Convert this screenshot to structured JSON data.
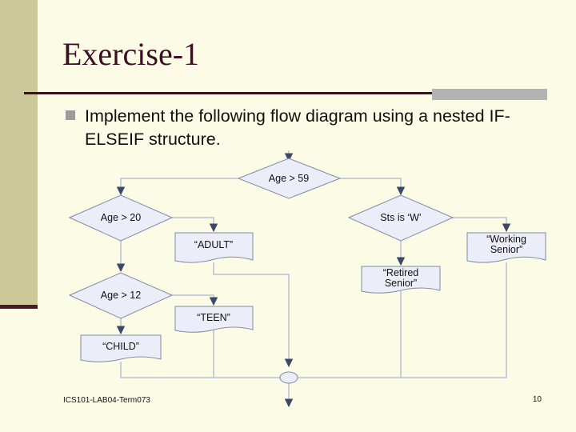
{
  "slide": {
    "title": "Exercise-1",
    "bullet": "Implement the following flow diagram using a nested IF-ELSEIF structure.",
    "footer_left": "ICS101-LAB04-Term073",
    "page_number": "10"
  },
  "diagram": {
    "decisions": {
      "age59": "Age > 59",
      "age20": "Age > 20",
      "sts": "Sts is ‘W’",
      "age12": "Age > 12"
    },
    "outputs": {
      "adult": "“ADULT”",
      "teen": "“TEEN”",
      "child": "“CHILD”",
      "retired": [
        "“Retired",
        "Senior”"
      ],
      "working": [
        "“Working",
        "Senior”"
      ]
    }
  },
  "colors": {
    "title": "#3d0f24",
    "side_band": "#cbc89a",
    "shape_fill": "#ebeef8",
    "shape_stroke": "#7f8aa6",
    "connector": "#b9c0d4",
    "arrow": "#3d4766"
  }
}
